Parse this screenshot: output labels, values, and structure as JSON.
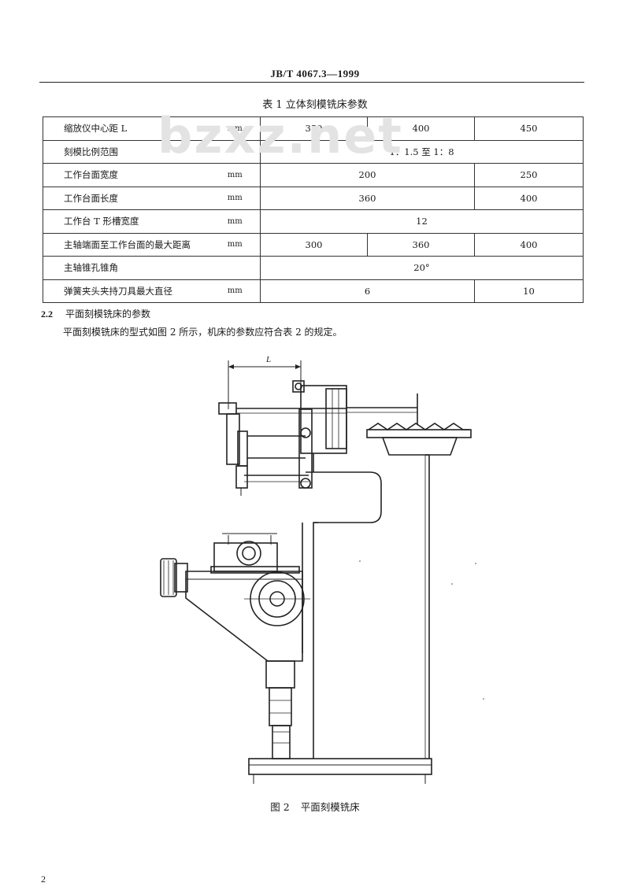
{
  "header": {
    "standard_no": "JB/T 4067.3—1999"
  },
  "watermark": "bzxz.net",
  "table1": {
    "caption": "表 1  立体刻模铣床参数",
    "rows": [
      {
        "name": "缩放仪中心距  L",
        "unit": "mm",
        "cells": [
          {
            "text": "350",
            "span": 1
          },
          {
            "text": "400",
            "span": 1
          },
          {
            "text": "450",
            "span": 1
          }
        ]
      },
      {
        "name": "刻模比例范围",
        "unit": "",
        "cells": [
          {
            "text": "1：1.5 至 1：8",
            "span": 3
          }
        ]
      },
      {
        "name": "工作台面宽度",
        "unit": "mm",
        "cells": [
          {
            "text": "200",
            "span": 2
          },
          {
            "text": "250",
            "span": 1
          }
        ]
      },
      {
        "name": "工作台面长度",
        "unit": "mm",
        "cells": [
          {
            "text": "360",
            "span": 2
          },
          {
            "text": "400",
            "span": 1
          }
        ]
      },
      {
        "name": "工作台 T 形槽宽度",
        "unit": "mm",
        "cells": [
          {
            "text": "12",
            "span": 3
          }
        ]
      },
      {
        "name": "主轴端面至工作台面的最大距离",
        "unit": "mm",
        "cells": [
          {
            "text": "300",
            "span": 1
          },
          {
            "text": "360",
            "span": 1
          },
          {
            "text": "400",
            "span": 1
          }
        ]
      },
      {
        "name": "主轴锥孔锥角",
        "unit": "",
        "cells": [
          {
            "text": "20°",
            "span": 3
          }
        ]
      },
      {
        "name": "弹簧夹头夹持刀具最大直径",
        "unit": "mm",
        "cells": [
          {
            "text": "6",
            "span": 2
          },
          {
            "text": "10",
            "span": 1
          }
        ]
      }
    ]
  },
  "section": {
    "number": "2.2",
    "title": "平面刻模铣床的参数"
  },
  "paragraph": "平面刻模铣床的型式如图 2 所示，机床的参数应符合表 2 的规定。",
  "figure": {
    "dimension_label": "L",
    "caption_number": "图 2",
    "caption_title": "平面刻模铣床"
  },
  "page_number": "2"
}
